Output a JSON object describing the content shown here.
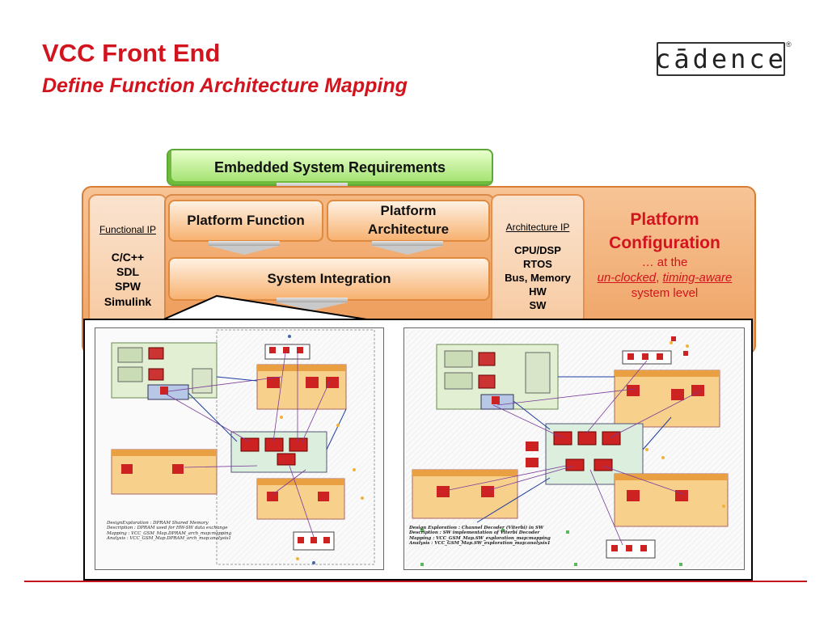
{
  "header": {
    "title": "VCC Front End",
    "subtitle": "Define Function Architecture Mapping",
    "logo": "cādence",
    "registered": "®"
  },
  "flow": {
    "requirements": "Embedded System Requirements",
    "functional_ip": {
      "heading": "Functional IP",
      "items": [
        "C/C++",
        "SDL",
        "SPW",
        "Simulink"
      ]
    },
    "platform_function": "Platform Function",
    "platform_architecture": "Platform Architecture",
    "system_integration": "System Integration",
    "architecture_ip": {
      "heading": "Architecture IP",
      "items": [
        "CPU/DSP",
        "RTOS",
        "Bus, Memory",
        "HW",
        "SW"
      ]
    },
    "platform_configuration": {
      "heading": "Platform Configuration",
      "prefix": "… at the",
      "unclocked": "un-clocked",
      "separator": ",",
      "timing_aware": "timing-aware",
      "suffix": "system level"
    }
  },
  "screenshots": {
    "left": {
      "notes": [
        "DesignExploration : DPRAM Shared Memory",
        "Description : DPRAM used for HW-SW data exchange",
        "Mapping : VCC_GSM_Map.DPRAM_arch_map:mapping",
        "Analysis : VCC_GSM_Map.DPRAM_arch_map:analysis1"
      ]
    },
    "right": {
      "notes": [
        "Design Exploration : Channel Decoder (Viterbi) in SW",
        "Description : SW implementation of Viterbi Decoder",
        "Mapping : VCC_GSM_Map.SW_exploration_map:mapping",
        "Analysis : VCC_GSM_Map.SW_exploration_map:analysis1"
      ]
    }
  },
  "colors": {
    "title_red": "#d2141e",
    "orange": "#f5b47a",
    "green": "#9ee06a"
  }
}
